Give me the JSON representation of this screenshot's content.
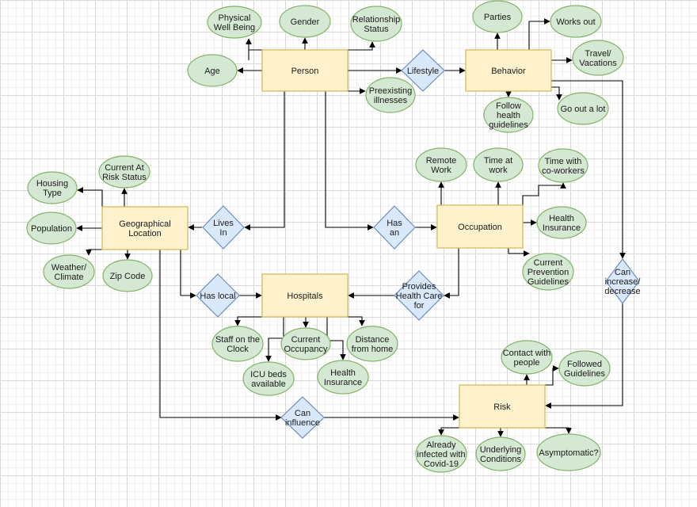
{
  "colors": {
    "entity_fill": "#fff2cc",
    "entity_stroke": "#d6b656",
    "attribute_fill": "#d5e8d4",
    "attribute_stroke": "#82b366",
    "relationship_fill": "#dae8fc",
    "relationship_stroke": "#6c8ebf"
  },
  "entities": {
    "person": "Person",
    "behavior": "Behavior",
    "geographical_location": [
      "Geographical",
      "Location"
    ],
    "occupation": "Occupation",
    "hospitals": "Hospitals",
    "risk": "Risk"
  },
  "relationships": {
    "lifestyle": [
      "Lifestyle"
    ],
    "lives_in": [
      "Lives",
      "In"
    ],
    "has_an": [
      "Has",
      "an"
    ],
    "has_local": [
      "Has local"
    ],
    "provides_health_care_for": [
      "Provides",
      "Health Care",
      "for"
    ],
    "can_influence": [
      "Can",
      "influence"
    ],
    "can_increase_decrease": [
      "Can",
      "increase/",
      "decrease"
    ]
  },
  "attributes": {
    "physical_well_being": [
      "Physical",
      "Well Being"
    ],
    "gender": [
      "Gender"
    ],
    "relationship_status": [
      "Relationship",
      "Status"
    ],
    "age": [
      "Age"
    ],
    "preexisting_illnesses": [
      "Preexisting",
      "illnesses"
    ],
    "parties": [
      "Parties"
    ],
    "works_out": [
      "Works out"
    ],
    "travel_vacations": [
      "Travel/",
      "Vacations"
    ],
    "follow_health_guidelines": [
      "Follow",
      "health",
      "guidelines"
    ],
    "go_out_a_lot": [
      "Go out a lot"
    ],
    "housing_type": [
      "Housing",
      "Type"
    ],
    "current_at_risk_status": [
      "Current At",
      "Risk Status"
    ],
    "population": [
      "Population"
    ],
    "weather_climate": [
      "Weather/",
      "Climate"
    ],
    "zip_code": [
      "Zip Code"
    ],
    "remote_work": [
      "Remote",
      "Work"
    ],
    "time_at_work": [
      "Time at",
      "work"
    ],
    "time_with_coworkers": [
      "Time with",
      "co-workers"
    ],
    "occupation_health_insurance": [
      "Health",
      "Insurance"
    ],
    "current_prevention_guidelines": [
      "Current",
      "Prevention",
      "Guidelines"
    ],
    "staff_on_the_clock": [
      "Staff on the",
      "Clock"
    ],
    "current_occupancy": [
      "Current",
      "Occupancy"
    ],
    "distance_from_home": [
      "Distance",
      "from home"
    ],
    "icu_beds_available": [
      "ICU beds",
      "available"
    ],
    "hospital_health_insurance": [
      "Health",
      "Insurance"
    ],
    "contact_with_people": [
      "Contact with",
      "people"
    ],
    "followed_guidelines": [
      "Followed",
      "Guidelines"
    ],
    "already_infected": [
      "Already",
      "infected with",
      "Covid-19"
    ],
    "underlying_conditions": [
      "Underlying",
      "Conditions"
    ],
    "asymptomatic": [
      "Asymptomatic?"
    ]
  }
}
